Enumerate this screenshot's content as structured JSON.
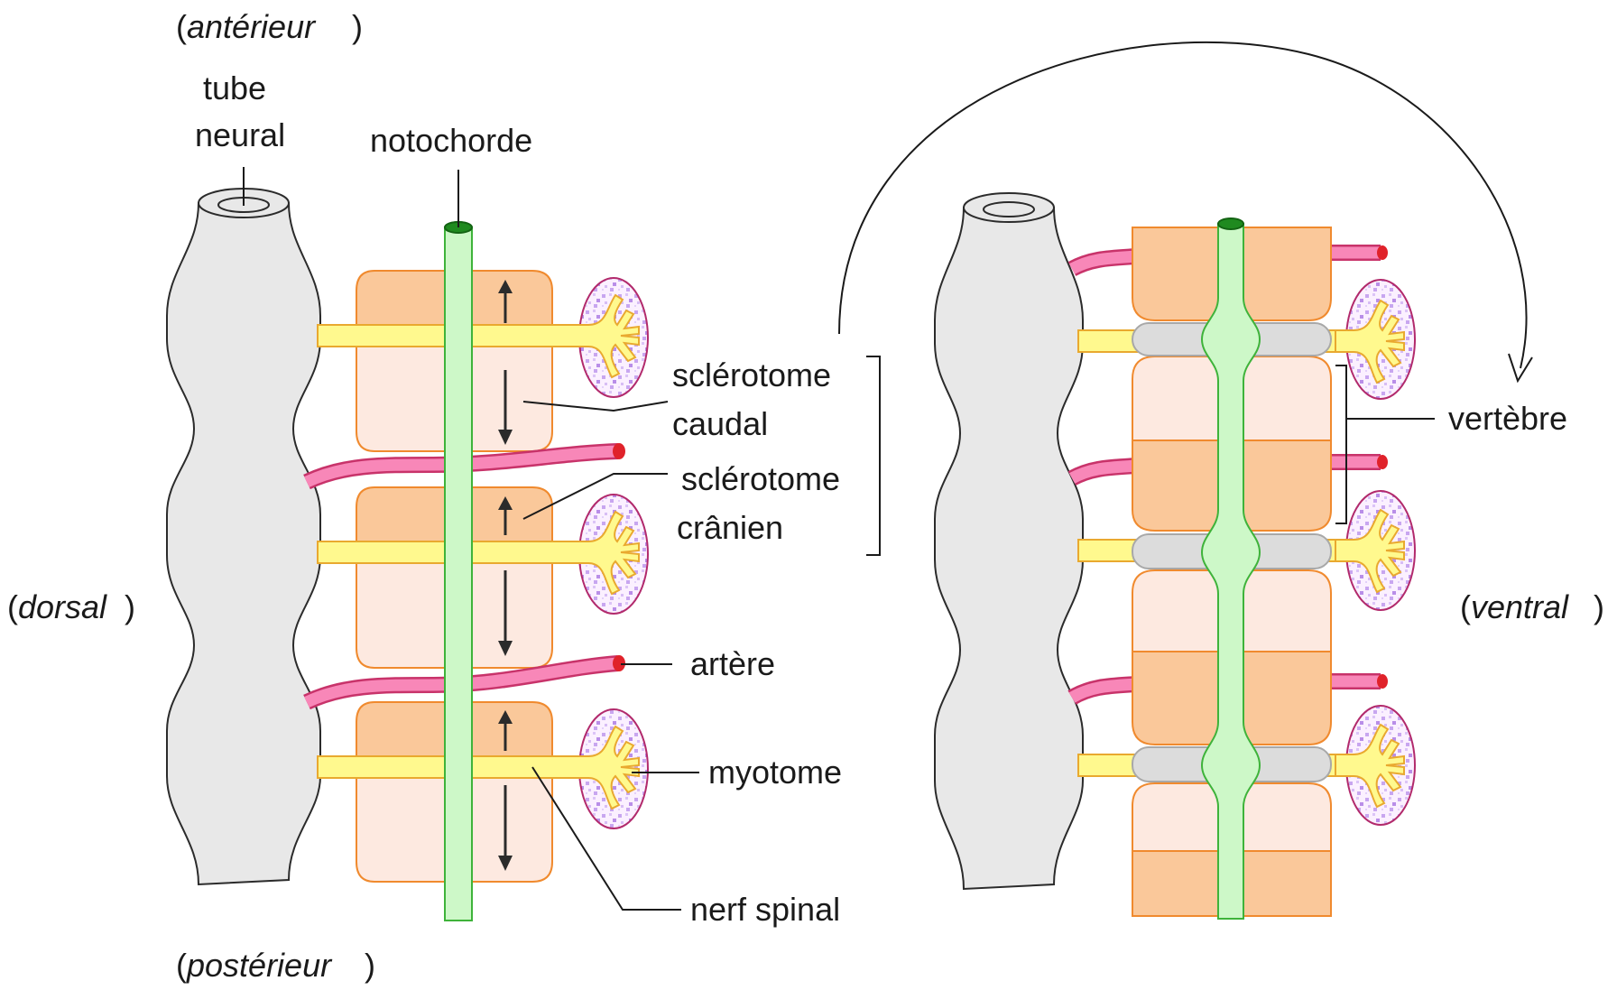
{
  "orientation": {
    "anterior": "antérieur",
    "posterior": "postérieur",
    "dorsal": "dorsal",
    "ventral": "ventral"
  },
  "labels": {
    "tube_neural_line1": "tube",
    "tube_neural_line2": "neural",
    "notochorde": "notochorde",
    "sclerotome_caudal_line1": "sclérotome",
    "sclerotome_caudal_line2": "caudal",
    "sclerotome_cranien_line1": "sclérotome",
    "sclerotome_cranien_line2": "crânien",
    "artere": "artère",
    "myotome": "myotome",
    "nerf_spinal": "nerf spinal",
    "vertebre": "vertèbre"
  },
  "colors": {
    "sclerotome_cranial": "#fac89a",
    "sclerotome_caudal": "#fde9e0",
    "sclerotome_outline": "#f08a2e",
    "notochord": "#cdf8c8",
    "nerve": "#fff98e",
    "artery": "#f887b8",
    "myotome_dots": "#c8a6f0",
    "neural_tube": "#e8e8e8"
  }
}
